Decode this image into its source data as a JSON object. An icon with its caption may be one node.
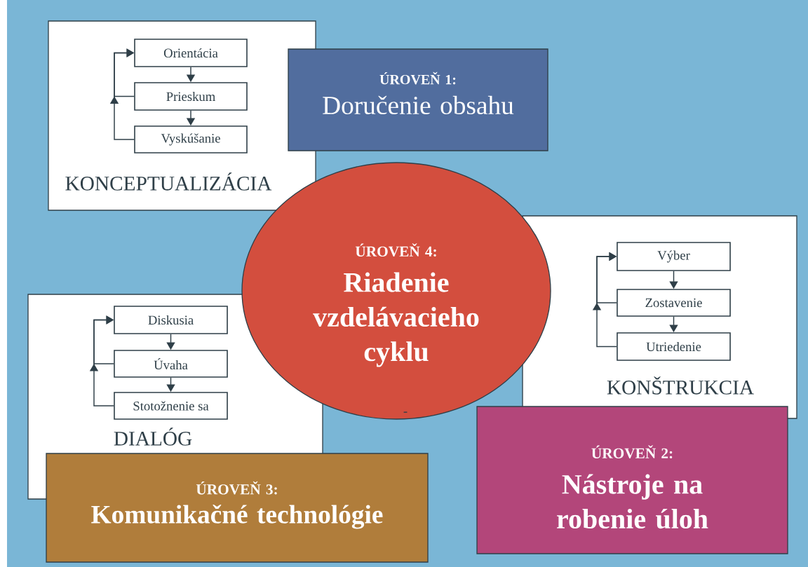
{
  "diagram": {
    "nodes": [
      {
        "text": [
          "KONCEPTUALIZÁCIA"
        ]
      },
      {
        "text": [
          "Orientácia"
        ],
        "in": 0
      },
      {
        "text": [
          "Prieskum"
        ],
        "in": 0
      },
      {
        "text": [
          "Vyskúšanie"
        ],
        "in": 0
      },
      {
        "text": [
          "ÚROVEŇ 1:",
          "Doručenie obsahu"
        ]
      },
      {
        "text": [
          "ÚROVEŇ 4:",
          "Riadenie vzdelávacieho cyklu"
        ]
      },
      {
        "text": [
          "KONŠTRUKCIA"
        ]
      },
      {
        "text": [
          "Výber"
        ],
        "in": 6
      },
      {
        "text": [
          "Zostavenie"
        ],
        "in": 6
      },
      {
        "text": [
          "Utriedenie"
        ],
        "in": 6
      },
      {
        "text": [
          "DIALÓG"
        ]
      },
      {
        "text": [
          "Diskusia"
        ],
        "in": 10
      },
      {
        "text": [
          "Úvaha"
        ],
        "in": 10
      },
      {
        "text": [
          "Stotožnenie sa"
        ],
        "in": 10
      },
      {
        "text": [
          "ÚROVEŇ 3:",
          "Komunikačné technológie"
        ]
      },
      {
        "text": [
          "ÚROVEŇ 2:",
          "Nástroje na robenie úloh"
        ]
      }
    ],
    "edges": [
      {
        "from": 1,
        "to": 2,
        "arrow": "to"
      },
      {
        "from": 2,
        "to": 3,
        "arrow": "to"
      },
      {
        "from": 2,
        "to": 1,
        "arrow": "to"
      },
      {
        "from": 3,
        "to": 1,
        "arrow": "to"
      },
      {
        "from": 7,
        "to": 8,
        "arrow": "to"
      },
      {
        "from": 8,
        "to": 9,
        "arrow": "to"
      },
      {
        "from": 8,
        "to": 7,
        "arrow": "to"
      },
      {
        "from": 9,
        "to": 7,
        "arrow": "to"
      },
      {
        "from": 11,
        "to": 12,
        "arrow": "to"
      },
      {
        "from": 12,
        "to": 13,
        "arrow": "to"
      },
      {
        "from": 12,
        "to": 11,
        "arrow": "to"
      },
      {
        "from": 13,
        "to": 11,
        "arrow": "to"
      }
    ],
    "labels": [
      "-"
    ]
  }
}
